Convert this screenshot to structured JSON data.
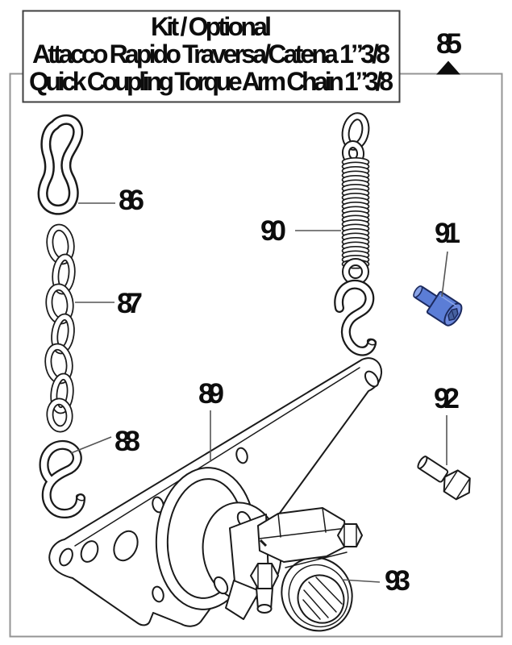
{
  "title_box": {
    "line1": "Kit / Optional",
    "line2": "Attacco Rapido Traversa/Catena 1”3/8",
    "line3": "Quick Coupling Torque Arm Chain 1”3/8"
  },
  "callouts": {
    "c85": "85",
    "c86": "86",
    "c87": "87",
    "c88": "88",
    "c89": "89",
    "c90": "90",
    "c91": "91",
    "c92": "92",
    "c93": "93"
  },
  "colors": {
    "highlight_blue": "#5b7dd6",
    "highlight_blue_dark": "#1c2a5e",
    "outline_black": "#1a1a1a",
    "border_gray": "#949494",
    "leader_gray": "#555555"
  }
}
